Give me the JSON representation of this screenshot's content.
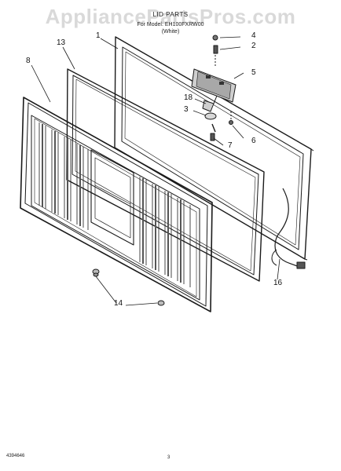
{
  "header": {
    "watermark": "AppliancePartsPros.com",
    "title": "LID PARTS",
    "model_line": "For Model: EH100FXRW00",
    "color_line": "(White)"
  },
  "callouts": {
    "c1": "1",
    "c2": "2",
    "c3": "3",
    "c4": "4",
    "c5": "5",
    "c6": "6",
    "c7": "7",
    "c8": "8",
    "c13": "13",
    "c14": "14",
    "c16": "16",
    "c18": "18"
  },
  "footer": {
    "doc_number": "4394646",
    "page_number": "3"
  }
}
